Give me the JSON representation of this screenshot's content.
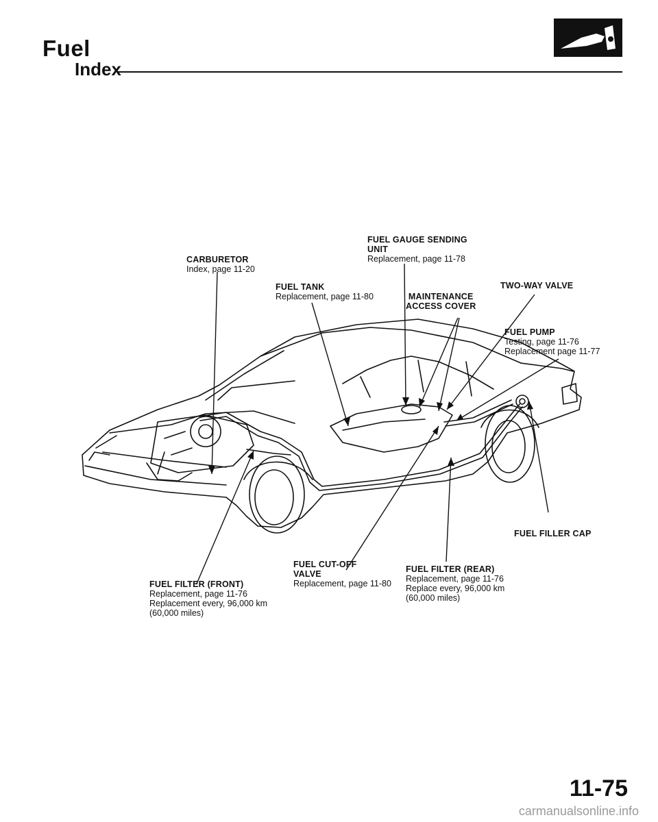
{
  "header": {
    "section_title": "Fuel",
    "subtitle": "Index",
    "icon": "fuel-nozzle-icon"
  },
  "callouts": {
    "fuel_gauge_sending_unit": {
      "title_1": "FUEL GAUGE SENDING",
      "title_2": "UNIT",
      "detail": "Replacement, page 11-78"
    },
    "carburetor": {
      "title": "CARBURETOR",
      "detail": "Index, page 11-20"
    },
    "fuel_tank": {
      "title": "FUEL TANK",
      "detail": "Replacement, page 11-80"
    },
    "two_way_valve": {
      "title": "TWO-WAY VALVE"
    },
    "maintenance_access_cover": {
      "title_1": "MAINTENANCE",
      "title_2": "ACCESS COVER"
    },
    "fuel_pump": {
      "title": "FUEL PUMP",
      "detail_1": "Testing, page 11-76",
      "detail_2": "Replacement page 11-77"
    },
    "fuel_filler_cap": {
      "title": "FUEL FILLER CAP"
    },
    "fuel_cut_off_valve": {
      "title_1": "FUEL CUT-OFF",
      "title_2": "VALVE",
      "detail": "Replacement, page 11-80"
    },
    "fuel_filter_rear": {
      "title": "FUEL FILTER (REAR)",
      "detail_1": "Replacement, page 11-76",
      "detail_2": "Replace every, 96,000 km",
      "detail_3": "(60,000 miles)"
    },
    "fuel_filter_front": {
      "title": "FUEL FILTER (FRONT)",
      "detail_1": "Replacement, page 11-76",
      "detail_2": "Replacement every, 96,000 km",
      "detail_3": "(60,000 miles)"
    }
  },
  "footer": {
    "page_number": "11-75",
    "watermark": "carmanualsonline.info"
  }
}
